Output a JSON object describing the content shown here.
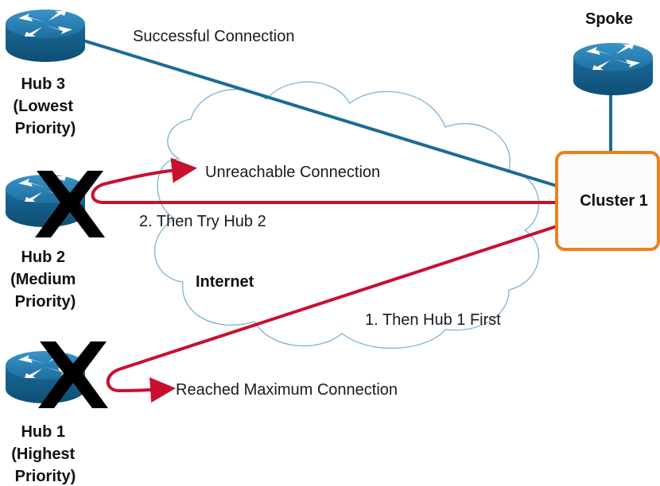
{
  "nodes": {
    "spoke": {
      "label": "Spoke"
    },
    "cluster": {
      "label": "Cluster 1"
    },
    "hub3": {
      "label_lines": [
        "Hub 3",
        "(Lowest",
        "Priority)"
      ]
    },
    "hub2": {
      "label_lines": [
        "Hub 2",
        "(Medium",
        "Priority)"
      ]
    },
    "hub1": {
      "label_lines": [
        "Hub 1",
        "(Highest",
        "Priority)"
      ]
    }
  },
  "cloud": {
    "label": "Internet"
  },
  "connections": {
    "hub3": {
      "label": "Successful Connection",
      "status": "successful"
    },
    "hub2_result": {
      "label": "Unreachable Connection",
      "status": "unreachable"
    },
    "hub2_step": {
      "label": "2. Then Try Hub 2"
    },
    "hub1_step": {
      "label": "1. Then Hub 1 First"
    },
    "hub1_result": {
      "label": "Reached Maximum Connection",
      "status": "reached-maximum"
    }
  },
  "colors": {
    "success_line": "#1d6b96",
    "fail_line": "#c8102e",
    "cluster_border": "#f07f1a",
    "router": "#1e7bb6",
    "cloud_stroke": "#7fb2d3",
    "fail_mark": "#000000"
  },
  "icons": {
    "router": "router-icon",
    "fail": "x-mark-icon",
    "cloud": "cloud-icon"
  }
}
